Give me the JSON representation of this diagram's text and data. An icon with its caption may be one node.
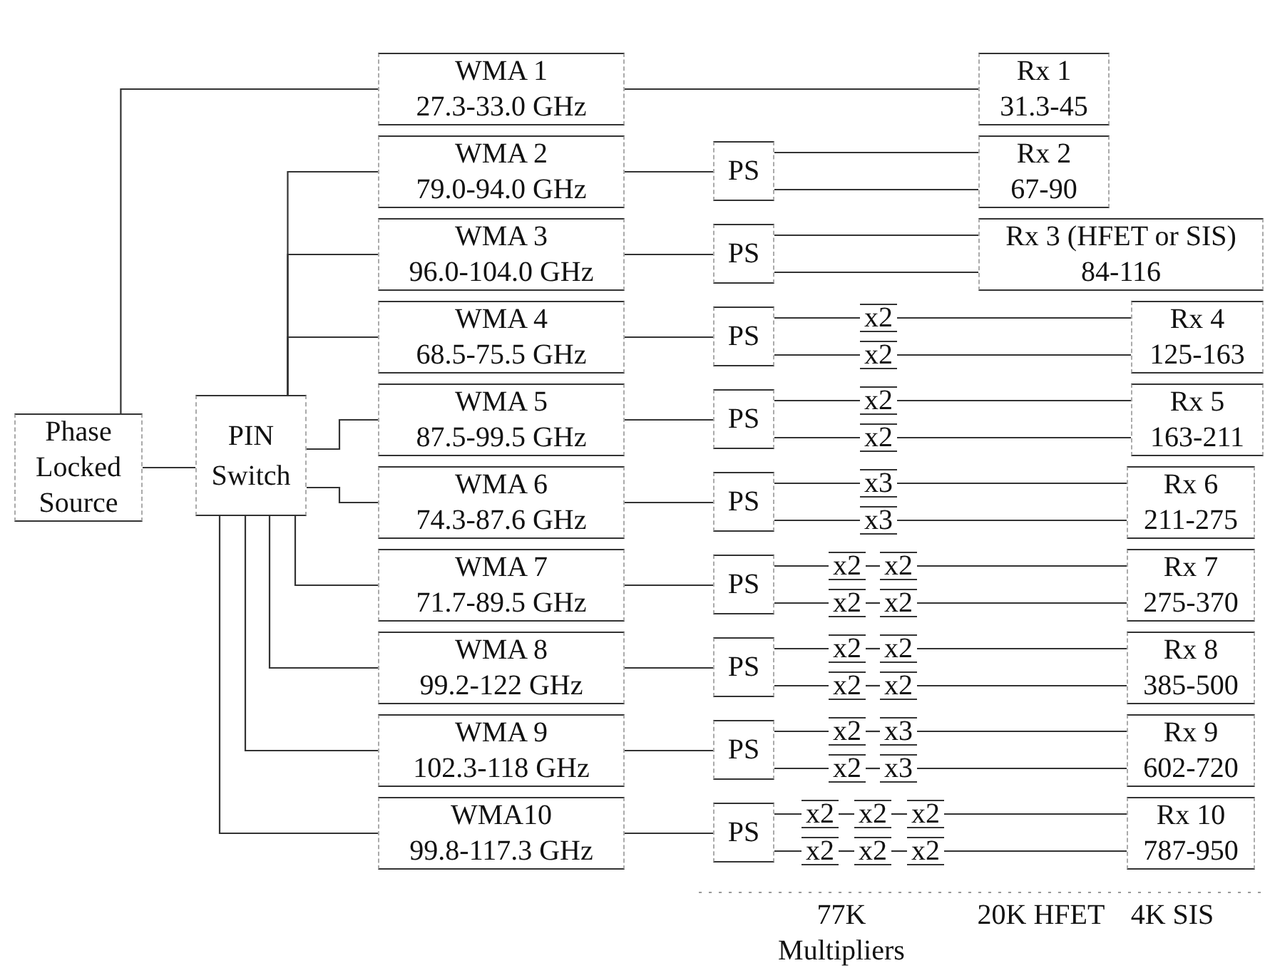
{
  "diagram": {
    "nodes": [
      {
        "text": [
          "Phase Locked Source"
        ]
      },
      {
        "text": [
          "PIN Switch"
        ]
      },
      {
        "text": [
          "WMA 1",
          "27.3-33.0 GHz"
        ]
      },
      {
        "text": [
          "WMA 2",
          "79.0-94.0 GHz"
        ]
      },
      {
        "text": [
          "WMA 3",
          "96.0-104.0 GHz"
        ]
      },
      {
        "text": [
          "WMA 4",
          "68.5-75.5 GHz"
        ]
      },
      {
        "text": [
          "WMA 5",
          "87.5-99.5 GHz"
        ]
      },
      {
        "text": [
          "WMA 6",
          "74.3-87.6 GHz"
        ]
      },
      {
        "text": [
          "WMA 7",
          "71.7-89.5 GHz"
        ]
      },
      {
        "text": [
          "WMA 8",
          "99.2-122 GHz"
        ]
      },
      {
        "text": [
          "WMA 9",
          "102.3-118 GHz"
        ]
      },
      {
        "text": [
          "WMA10",
          "99.8-117.3 GHz"
        ]
      },
      {
        "text": [
          "PS"
        ]
      },
      {
        "text": [
          "PS"
        ]
      },
      {
        "text": [
          "PS"
        ]
      },
      {
        "text": [
          "PS"
        ]
      },
      {
        "text": [
          "PS"
        ]
      },
      {
        "text": [
          "PS"
        ]
      },
      {
        "text": [
          "PS"
        ]
      },
      {
        "text": [
          "PS"
        ]
      },
      {
        "text": [
          "PS"
        ]
      },
      {
        "text": [
          "x2"
        ]
      },
      {
        "text": [
          "x2"
        ]
      },
      {
        "text": [
          "x2"
        ]
      },
      {
        "text": [
          "x2"
        ]
      },
      {
        "text": [
          "x3"
        ]
      },
      {
        "text": [
          "x3"
        ]
      },
      {
        "text": [
          "x2"
        ]
      },
      {
        "text": [
          "x2"
        ]
      },
      {
        "text": [
          "x2"
        ]
      },
      {
        "text": [
          "x2"
        ]
      },
      {
        "text": [
          "x2"
        ]
      },
      {
        "text": [
          "x2"
        ]
      },
      {
        "text": [
          "x2"
        ]
      },
      {
        "text": [
          "x2"
        ]
      },
      {
        "text": [
          "x2"
        ]
      },
      {
        "text": [
          "x3"
        ]
      },
      {
        "text": [
          "x2"
        ]
      },
      {
        "text": [
          "x3"
        ]
      },
      {
        "text": [
          "x2"
        ]
      },
      {
        "text": [
          "x2"
        ]
      },
      {
        "text": [
          "x2"
        ]
      },
      {
        "text": [
          "x2"
        ]
      },
      {
        "text": [
          "x2"
        ]
      },
      {
        "text": [
          "x2"
        ]
      },
      {
        "text": [
          "Rx 1",
          "31.3-45"
        ]
      },
      {
        "text": [
          "Rx 2",
          "67-90"
        ]
      },
      {
        "text": [
          "Rx 3 (HFET or SIS)",
          "84-116"
        ]
      },
      {
        "text": [
          "Rx 4",
          "125-163"
        ]
      },
      {
        "text": [
          "Rx 5",
          "163-211"
        ]
      },
      {
        "text": [
          "Rx 6",
          "211-275"
        ]
      },
      {
        "text": [
          "Rx 7",
          "275-370"
        ]
      },
      {
        "text": [
          "Rx 8",
          "385-500"
        ]
      },
      {
        "text": [
          "Rx 9",
          "602-720"
        ]
      },
      {
        "text": [
          "Rx 10",
          "787-950"
        ]
      }
    ],
    "edges": [
      {
        "from": 0,
        "to": 2,
        "arrow": "none"
      },
      {
        "from": 0,
        "to": 1,
        "arrow": "none"
      },
      {
        "from": 1,
        "to": 3,
        "arrow": "none"
      },
      {
        "from": 1,
        "to": 4,
        "arrow": "none"
      },
      {
        "from": 1,
        "to": 5,
        "arrow": "none"
      },
      {
        "from": 1,
        "to": 6,
        "arrow": "none"
      },
      {
        "from": 1,
        "to": 7,
        "arrow": "none"
      },
      {
        "from": 1,
        "to": 8,
        "arrow": "none"
      },
      {
        "from": 1,
        "to": 9,
        "arrow": "none"
      },
      {
        "from": 1,
        "to": 10,
        "arrow": "none"
      },
      {
        "from": 1,
        "to": 11,
        "arrow": "none"
      },
      {
        "from": 2,
        "to": 45,
        "arrow": "none"
      },
      {
        "from": 3,
        "to": 12,
        "arrow": "none"
      },
      {
        "from": 4,
        "to": 13,
        "arrow": "none"
      },
      {
        "from": 5,
        "to": 14,
        "arrow": "none"
      },
      {
        "from": 6,
        "to": 15,
        "arrow": "none"
      },
      {
        "from": 7,
        "to": 16,
        "arrow": "none"
      },
      {
        "from": 8,
        "to": 17,
        "arrow": "none"
      },
      {
        "from": 9,
        "to": 18,
        "arrow": "none"
      },
      {
        "from": 10,
        "to": 19,
        "arrow": "none"
      },
      {
        "from": 11,
        "to": 20,
        "arrow": "none"
      },
      {
        "from": 12,
        "to": 46,
        "arrow": "none"
      },
      {
        "from": 12,
        "to": 46,
        "arrow": "none"
      },
      {
        "from": 13,
        "to": 47,
        "arrow": "none"
      },
      {
        "from": 13,
        "to": 47,
        "arrow": "none"
      },
      {
        "from": 14,
        "to": 21,
        "arrow": "none"
      },
      {
        "from": 21,
        "to": 48,
        "arrow": "none"
      },
      {
        "from": 14,
        "to": 22,
        "arrow": "none"
      },
      {
        "from": 22,
        "to": 48,
        "arrow": "none"
      },
      {
        "from": 15,
        "to": 23,
        "arrow": "none"
      },
      {
        "from": 23,
        "to": 49,
        "arrow": "none"
      },
      {
        "from": 15,
        "to": 24,
        "arrow": "none"
      },
      {
        "from": 24,
        "to": 49,
        "arrow": "none"
      },
      {
        "from": 16,
        "to": 25,
        "arrow": "none"
      },
      {
        "from": 25,
        "to": 50,
        "arrow": "none"
      },
      {
        "from": 16,
        "to": 26,
        "arrow": "none"
      },
      {
        "from": 26,
        "to": 50,
        "arrow": "none"
      },
      {
        "from": 17,
        "to": 27,
        "arrow": "none"
      },
      {
        "from": 27,
        "to": 28,
        "arrow": "none"
      },
      {
        "from": 28,
        "to": 51,
        "arrow": "none"
      },
      {
        "from": 17,
        "to": 29,
        "arrow": "none"
      },
      {
        "from": 29,
        "to": 30,
        "arrow": "none"
      },
      {
        "from": 30,
        "to": 51,
        "arrow": "none"
      },
      {
        "from": 18,
        "to": 31,
        "arrow": "none"
      },
      {
        "from": 31,
        "to": 32,
        "arrow": "none"
      },
      {
        "from": 32,
        "to": 52,
        "arrow": "none"
      },
      {
        "from": 18,
        "to": 33,
        "arrow": "none"
      },
      {
        "from": 33,
        "to": 34,
        "arrow": "none"
      },
      {
        "from": 34,
        "to": 52,
        "arrow": "none"
      },
      {
        "from": 19,
        "to": 35,
        "arrow": "none"
      },
      {
        "from": 35,
        "to": 36,
        "arrow": "none"
      },
      {
        "from": 36,
        "to": 53,
        "arrow": "none"
      },
      {
        "from": 19,
        "to": 37,
        "arrow": "none"
      },
      {
        "from": 37,
        "to": 38,
        "arrow": "none"
      },
      {
        "from": 38,
        "to": 53,
        "arrow": "none"
      },
      {
        "from": 20,
        "to": 39,
        "arrow": "none"
      },
      {
        "from": 39,
        "to": 40,
        "arrow": "none"
      },
      {
        "from": 40,
        "to": 41,
        "arrow": "none"
      },
      {
        "from": 41,
        "to": 54,
        "arrow": "none"
      },
      {
        "from": 20,
        "to": 42,
        "arrow": "none"
      },
      {
        "from": 42,
        "to": 43,
        "arrow": "none"
      },
      {
        "from": 43,
        "to": 44,
        "arrow": "none"
      },
      {
        "from": 44,
        "to": 54,
        "arrow": "none"
      }
    ],
    "labels": [
      "77K Multipliers",
      "20K HFET",
      "4K SIS"
    ]
  }
}
